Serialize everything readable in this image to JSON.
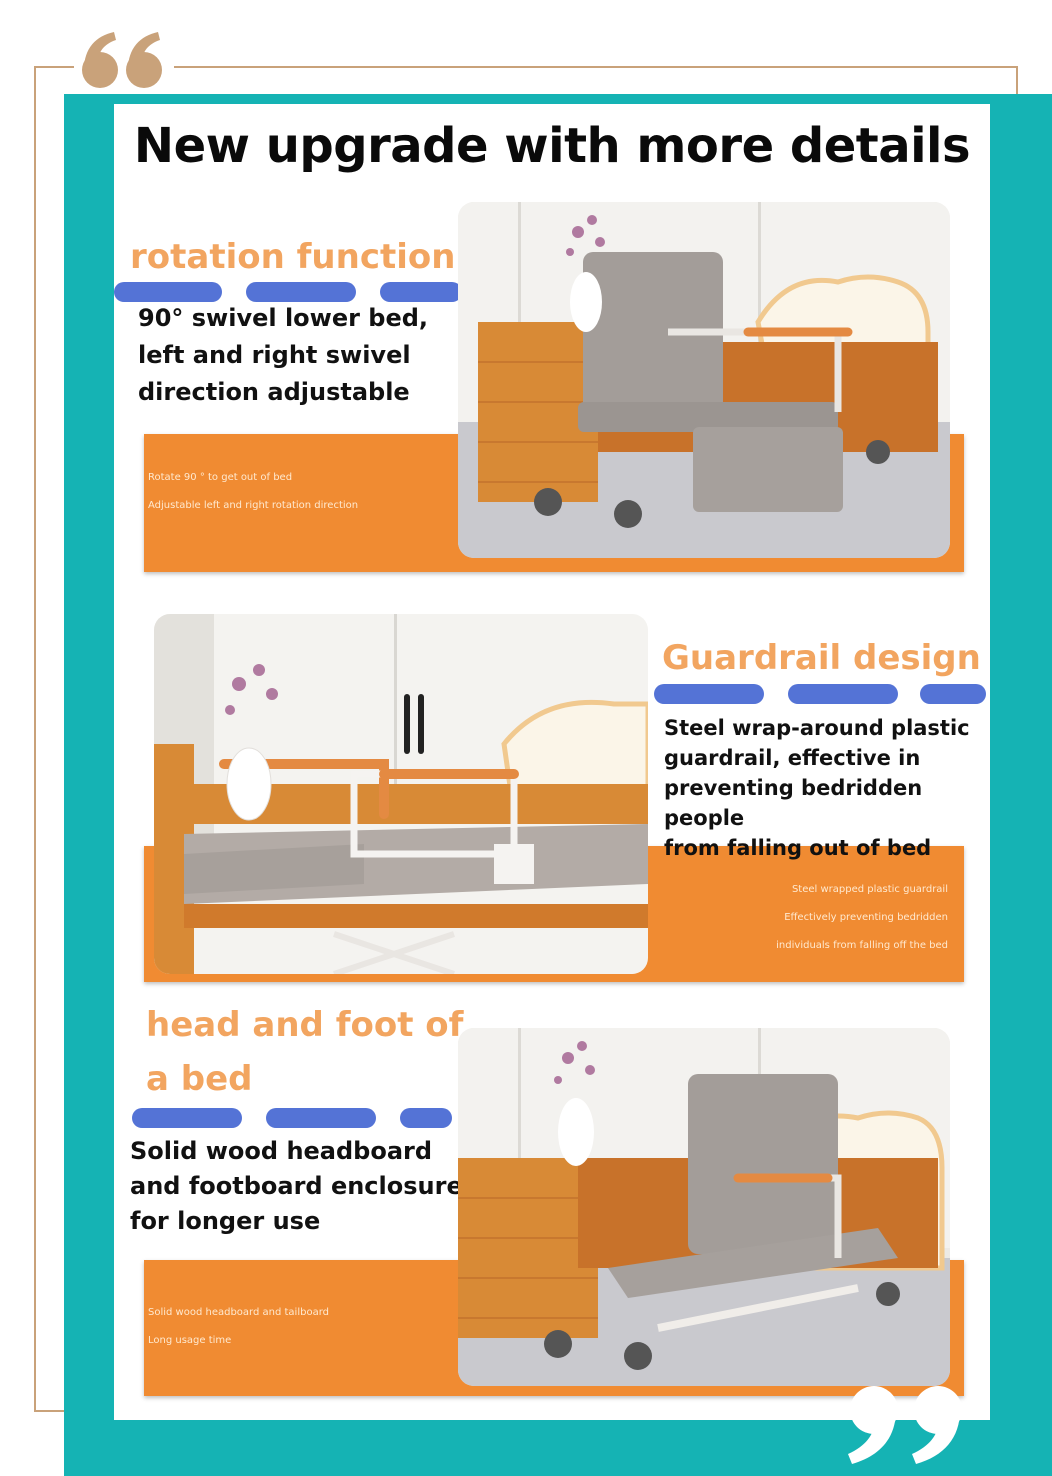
{
  "headline": "New upgrade with more details",
  "sections": [
    {
      "title": "rotation function",
      "description": [
        "90° swivel lower bed,",
        "left and right swivel",
        "direction adjustable"
      ],
      "band_lines": [
        "Rotate 90 ° to get out of bed",
        "Adjustable left and right rotation direction"
      ]
    },
    {
      "title": "Guardrail design",
      "description": [
        "Steel wrap-around plastic",
        "guardrail, effective in",
        "preventing bedridden people",
        "from falling out of bed"
      ],
      "band_lines": [
        "Steel wrapped plastic guardrail",
        "Effectively preventing bedridden",
        "individuals from falling off the bed"
      ]
    },
    {
      "title_lines": [
        "head and foot of",
        "a bed"
      ],
      "description": [
        "Solid wood headboard",
        "and footboard enclosures",
        "for longer use"
      ],
      "band_lines": [
        "Solid wood headboard and tailboard",
        "Long usage time"
      ]
    }
  ],
  "colors": {
    "teal": "#15b3b4",
    "orange": "#f08b32",
    "title_orange": "#f2a560",
    "pill_blue": "#5473d6",
    "quote_tan": "#c9a27a"
  },
  "icons": [
    "open-quote-icon",
    "close-quote-icon",
    "rotating-bed-photo",
    "guardrail-bed-photo",
    "flat-bed-photo"
  ]
}
